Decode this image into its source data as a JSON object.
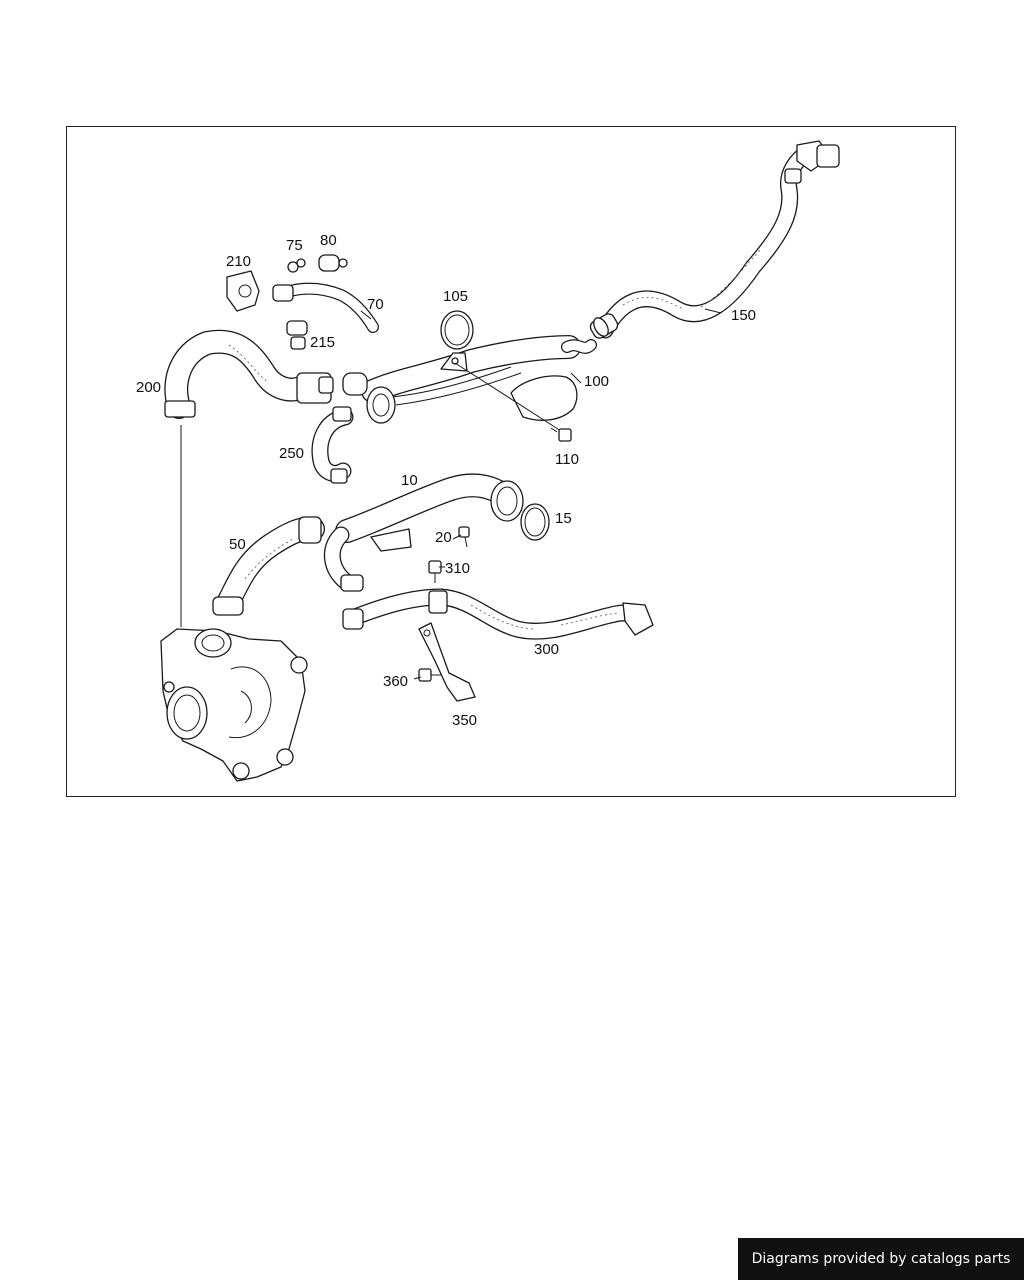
{
  "footer": {
    "text": "Diagrams provided by catalogs parts"
  },
  "callouts": {
    "p10": "10",
    "p15": "15",
    "p20": "20",
    "p50": "50",
    "p70": "70",
    "p75": "75",
    "p80": "80",
    "p100": "100",
    "p105": "105",
    "p110": "110",
    "p150": "150",
    "p200": "200",
    "p210": "210",
    "p215": "215",
    "p250": "250",
    "p300": "300",
    "p310": "310",
    "p350": "350",
    "p360": "360"
  }
}
